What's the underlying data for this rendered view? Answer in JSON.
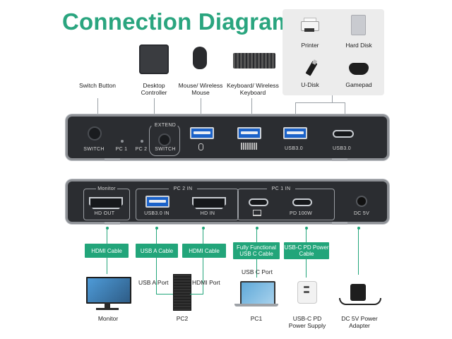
{
  "title": "Connection Diagram",
  "top_labels": {
    "switch_button": "Switch Button",
    "desktop_controller": "Desktop Controller",
    "mouse": "Mouse/ Wireless Mouse",
    "keyboard": "Keyboard/ Wireless Keyboard"
  },
  "peripherals": {
    "printer": "Printer",
    "hard_disk": "Hard Disk",
    "udisk": "U-Disk",
    "gamepad": "Gamepad"
  },
  "front_panel": {
    "switch": "SWITCH",
    "pc1": "PC 1",
    "pc2": "PC 2",
    "extend": "EXTEND",
    "switch2": "SWITCH",
    "usb3_a": "USB3.0",
    "usb3_c": "USB3.0"
  },
  "back_panel": {
    "monitor_group": "Monitor",
    "pc2_group": "PC 2 IN",
    "pc1_group": "PC 1 IN",
    "hd_out": "HD OUT",
    "usb3_in": "USB3.0 IN",
    "hd_in": "HD IN",
    "pd": "PD 100W",
    "dc": "DC 5V"
  },
  "cables": {
    "hdmi1": "HDMI Cable",
    "usba": "USB A Cable",
    "hdmi2": "HDMI Cable",
    "usbc": "Fully Functional USB C Cable",
    "pd": "USB-C PD Power Cable"
  },
  "ports_labels": {
    "usb_a_port": "USB A Port",
    "hdmi_port": "HDMI Port",
    "usb_c_port": "USB C Port"
  },
  "bottom_labels": {
    "monitor": "Monitor",
    "pc2": "PC2",
    "pc1": "PC1",
    "pd_supply": "USB-C PD Power Supply",
    "dc_adapter": "DC 5V Power Adapter"
  },
  "colors": {
    "accent": "#22a57a",
    "device": "#2b2d31",
    "usb_blue": "#1b62c9"
  }
}
